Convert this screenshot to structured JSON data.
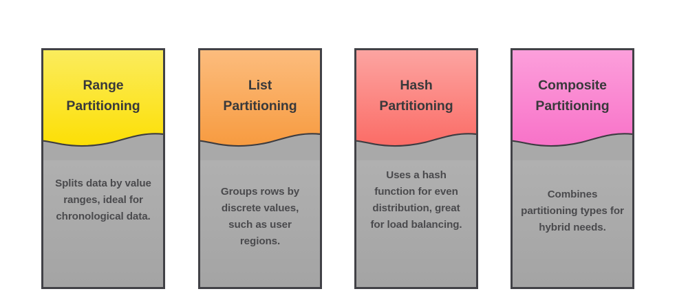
{
  "page": {
    "background_color": "#ffffff",
    "border_color": "#414146",
    "title_text_color": "#39393b",
    "body_text_color": "#4a4a4d",
    "body_panel_color": "#a9a9a9"
  },
  "cards": [
    {
      "id": "range-partitioning",
      "title": "Range\nPartitioning",
      "title_line1": "Range",
      "title_line2": "Partitioning",
      "description": "Splits data by value ranges, ideal for chronological data.",
      "accent_top_color": "#fbec5d",
      "accent_bottom_color": "#fcdf05"
    },
    {
      "id": "list-partitioning",
      "title": "List\nPartitioning",
      "title_line1": "List",
      "title_line2": "Partitioning",
      "description": "Groups rows by discrete values, such as user regions.",
      "accent_top_color": "#fcbc7d",
      "accent_bottom_color": "#f79b40"
    },
    {
      "id": "hash-partitioning",
      "title": "Hash\nPartitioning",
      "title_line1": "Hash",
      "title_line2": "Partitioning",
      "description": "Uses a hash function for even distribution, great for load balancing.",
      "accent_top_color": "#fca4a1",
      "accent_bottom_color": "#fb6c66"
    },
    {
      "id": "composite-partitioning",
      "title": "Composite\nPartitioning",
      "title_line1": "Composite",
      "title_line2": "Partitioning",
      "description": "Combines partitioning types for hybrid needs.",
      "accent_top_color": "#fc9fdb",
      "accent_bottom_color": "#f872c8"
    }
  ]
}
